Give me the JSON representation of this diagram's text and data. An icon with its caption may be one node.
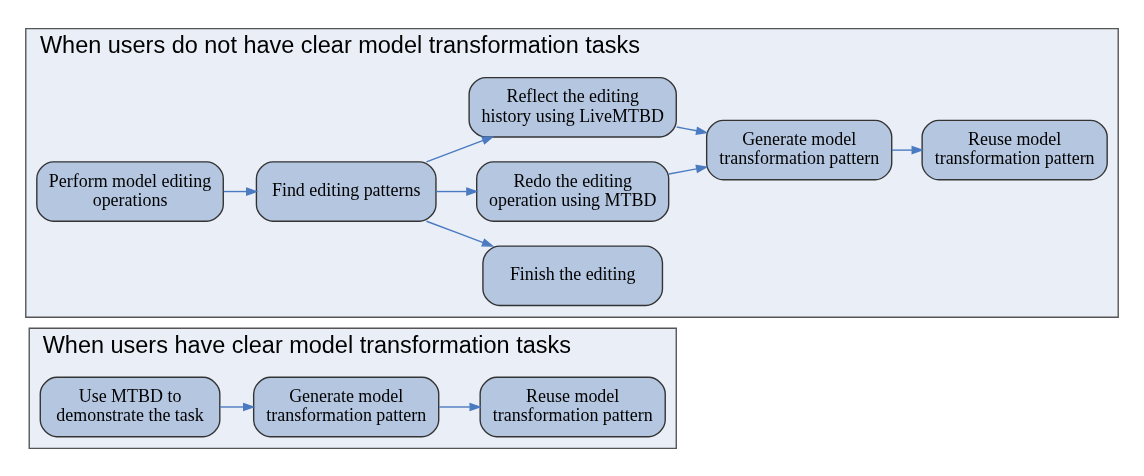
{
  "diagram": {
    "nodes": [
      {
        "text": [
          "When users have clear model transformation tasks"
        ]
      },
      {
        "text": [
          "Use MTBD to demonstrate the task"
        ],
        "in": 0
      },
      {
        "text": [
          "Generate model transformation pattern"
        ],
        "in": 0
      },
      {
        "text": [
          "Reuse model transformation pattern"
        ],
        "in": 0
      },
      {
        "text": [
          "When users do not have clear model transformation tasks"
        ]
      },
      {
        "text": [
          "Perform model editing operations"
        ],
        "in": 4
      },
      {
        "text": [
          "Find editing patterns"
        ],
        "in": 4
      },
      {
        "text": [
          "Finish the editing"
        ],
        "in": 4
      },
      {
        "text": [
          "Redo the editing operation using MTBD"
        ],
        "in": 4
      },
      {
        "text": [
          "Reflect the editing history using LiveMTBD"
        ],
        "in": 4
      },
      {
        "text": [
          "Generate model transformation pattern"
        ],
        "in": 4
      },
      {
        "text": [
          "Reuse model transformation pattern"
        ],
        "in": 4
      }
    ],
    "edges": [
      {
        "from": 1,
        "to": 2,
        "arrow": "to"
      },
      {
        "from": 2,
        "to": 3,
        "arrow": "to"
      },
      {
        "from": 5,
        "to": 6,
        "arrow": "to"
      },
      {
        "from": 6,
        "to": 7,
        "arrow": "to"
      },
      {
        "from": 6,
        "to": 8,
        "arrow": "to"
      },
      {
        "from": 6,
        "to": 9,
        "arrow": "to"
      },
      {
        "from": 8,
        "to": 10,
        "arrow": "to"
      },
      {
        "from": 9,
        "to": 10,
        "arrow": "to"
      },
      {
        "from": 10,
        "to": 11,
        "arrow": "to"
      }
    ]
  }
}
